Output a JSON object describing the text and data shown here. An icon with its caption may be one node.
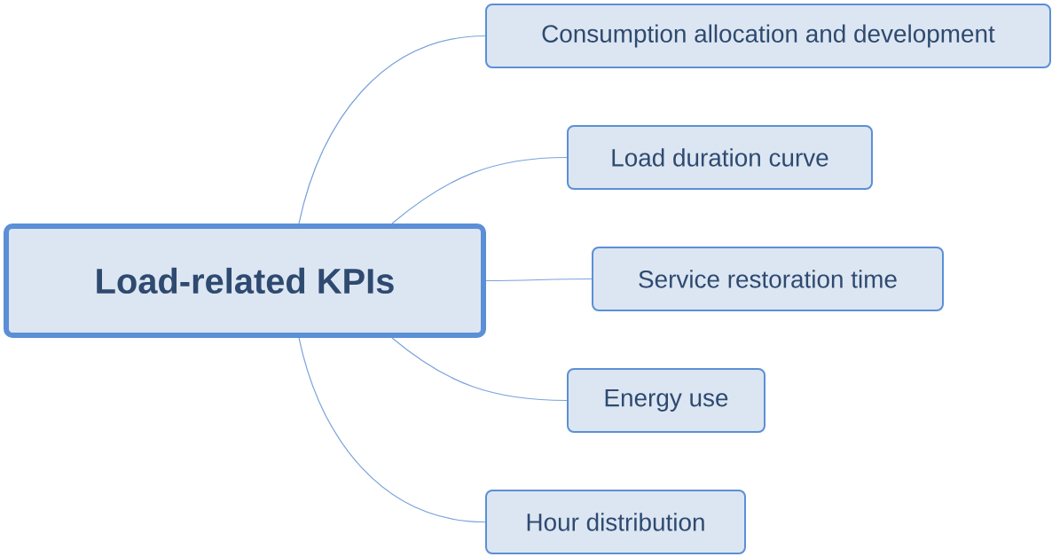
{
  "diagram": {
    "nodes": [
      {
        "text": [
          "Load-related KPIs"
        ]
      },
      {
        "text": [
          "Consumption allocation and development"
        ]
      },
      {
        "text": [
          "Load duration curve"
        ]
      },
      {
        "text": [
          "Service restoration time"
        ]
      },
      {
        "text": [
          "Energy use"
        ]
      },
      {
        "text": [
          "Hour distribution"
        ]
      }
    ],
    "edges": [
      {
        "from": 0,
        "to": 1,
        "arrow": "none"
      },
      {
        "from": 0,
        "to": 2,
        "arrow": "none"
      },
      {
        "from": 0,
        "to": 3,
        "arrow": "none"
      },
      {
        "from": 0,
        "to": 4,
        "arrow": "none"
      },
      {
        "from": 0,
        "to": 5,
        "arrow": "none"
      }
    ]
  }
}
